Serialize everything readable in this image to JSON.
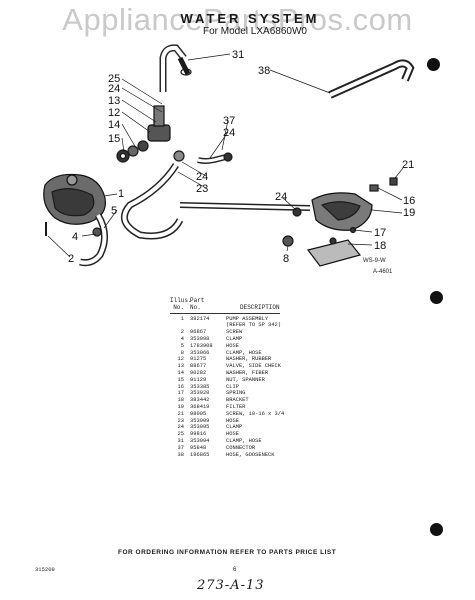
{
  "watermark": "AppliancePartsPros.com",
  "header": {
    "title": "WATER SYSTEM",
    "subtitle": "For Model LXA6860W0"
  },
  "diagram": {
    "callouts": [
      "1",
      "2",
      "4",
      "5",
      "8",
      "12",
      "13",
      "14",
      "15",
      "16",
      "17",
      "18",
      "19",
      "21",
      "23",
      "24",
      "24",
      "24",
      "24",
      "25",
      "31",
      "37",
      "38"
    ],
    "code_ws": "WS-9-W",
    "code_a": "A-4601"
  },
  "parts_table": {
    "headers": {
      "illus": "Illus.",
      "part": "Part",
      "no1": "No.",
      "no2": "No.",
      "description": "DESCRIPTION"
    },
    "rows": [
      {
        "illus": "1",
        "part": "382174",
        "desc": "PUMP ASSEMBLY"
      },
      {
        "illus": "",
        "part": "",
        "desc": "(REFER TO SP 342)"
      },
      {
        "illus": "2",
        "part": "96867",
        "desc": "SCREW"
      },
      {
        "illus": "4",
        "part": "353098",
        "desc": "CLAMP"
      },
      {
        "illus": "5",
        "part": "1783908",
        "desc": "HOSE"
      },
      {
        "illus": "8",
        "part": "353066",
        "desc": "CLAMP, HOSE"
      },
      {
        "illus": "12",
        "part": "91275",
        "desc": "WASHER, RUBBER"
      },
      {
        "illus": "13",
        "part": "88677",
        "desc": "VALVE, SIDE CHECK"
      },
      {
        "illus": "14",
        "part": "90282",
        "desc": "WASHER, FIBER"
      },
      {
        "illus": "15",
        "part": "91129",
        "desc": "NUT, SPANNER"
      },
      {
        "illus": "16",
        "part": "353385",
        "desc": "CLIP"
      },
      {
        "illus": "17",
        "part": "353920",
        "desc": "SPRING"
      },
      {
        "illus": "18",
        "part": "383442",
        "desc": "BRACKET"
      },
      {
        "illus": "19",
        "part": "368419",
        "desc": "FILTER"
      },
      {
        "illus": "21",
        "part": "98005",
        "desc": "SCREW, 10-16 x 3/4"
      },
      {
        "illus": "23",
        "part": "353909",
        "desc": "HOSE"
      },
      {
        "illus": "24",
        "part": "353095",
        "desc": "CLAMP"
      },
      {
        "illus": "25",
        "part": "99816",
        "desc": "HOSE"
      },
      {
        "illus": "31",
        "part": "353094",
        "desc": "CLAMP, HOSE"
      },
      {
        "illus": "37",
        "part": "95848",
        "desc": "CONNECTOR"
      },
      {
        "illus": "38",
        "part": "196865",
        "desc": "HOSE, GOOSENECK"
      }
    ]
  },
  "footer": {
    "note": "FOR ORDERING INFORMATION REFER TO PARTS PRICE LIST",
    "doc_number": "315209",
    "page": "6",
    "handwritten": "273-A-13"
  }
}
